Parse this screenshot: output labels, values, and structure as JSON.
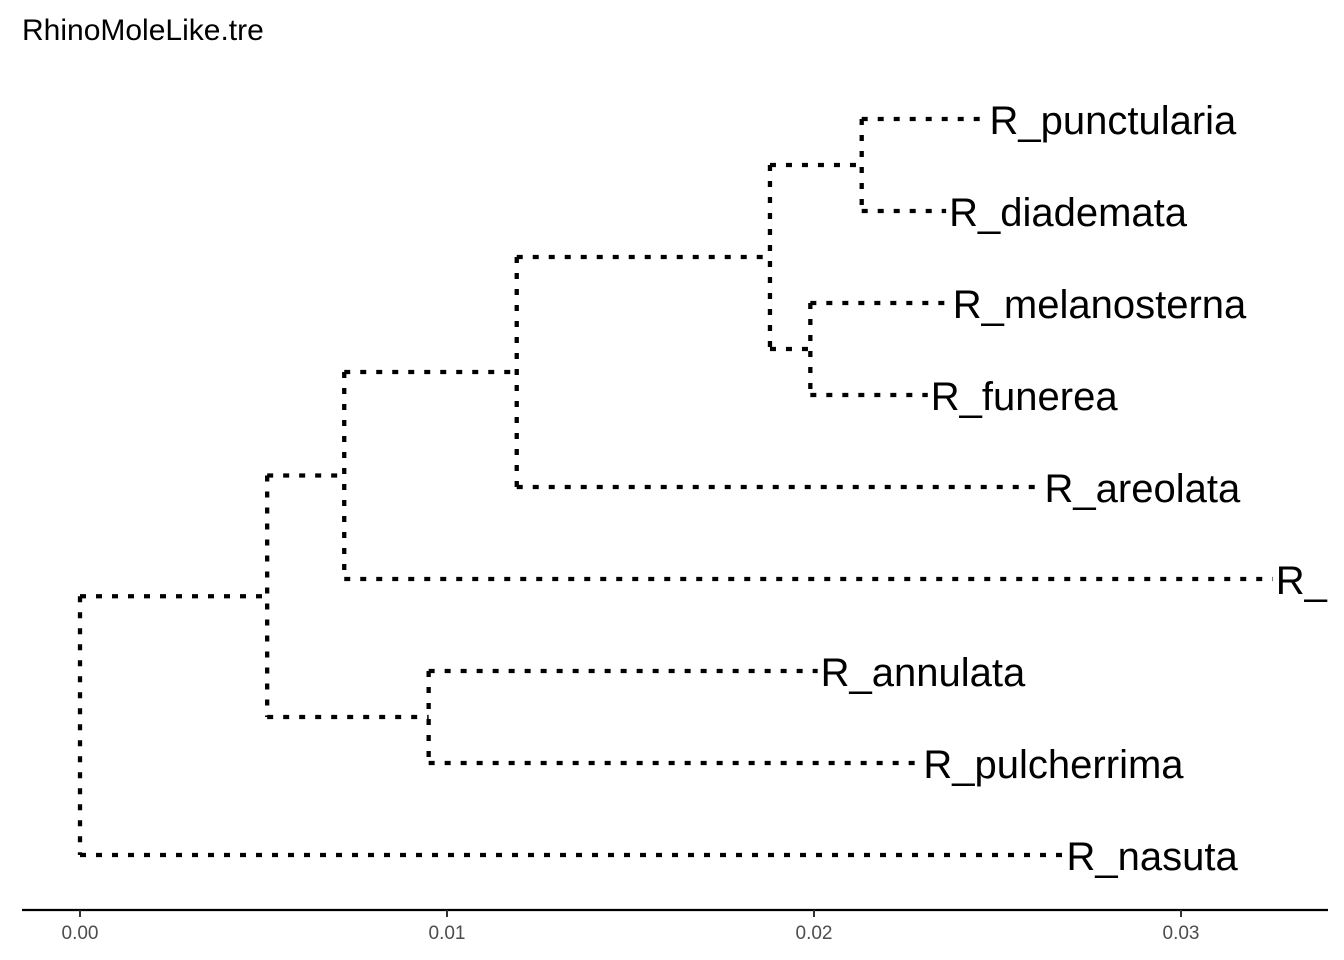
{
  "title": "RhinoMoleLike.tre",
  "tree": {
    "tips": [
      {
        "id": "t1",
        "label": "R_punctularia",
        "x": 0.0247,
        "row": 1
      },
      {
        "id": "t2",
        "label": "R_diademata",
        "x": 0.0236,
        "row": 2
      },
      {
        "id": "t3",
        "label": "R_melanosterna",
        "x": 0.0237,
        "row": 3
      },
      {
        "id": "t4",
        "label": "R_funerea",
        "x": 0.0231,
        "row": 4
      },
      {
        "id": "t5",
        "label": "R_areolata",
        "x": 0.0262,
        "row": 5
      },
      {
        "id": "t6",
        "label": "R_",
        "x": 0.0325,
        "row": 6
      },
      {
        "id": "t7",
        "label": "R_annulata",
        "x": 0.0201,
        "row": 7
      },
      {
        "id": "t8",
        "label": "R_pulcherrima",
        "x": 0.0229,
        "row": 8
      },
      {
        "id": "t9",
        "label": "R_nasuta",
        "x": 0.0268,
        "row": 9
      }
    ],
    "nodes": [
      {
        "id": "n1",
        "x": 0.0,
        "children": [
          "n2",
          "t9"
        ]
      },
      {
        "id": "n2",
        "x": 0.0051,
        "children": [
          "n3",
          "n7"
        ]
      },
      {
        "id": "n3",
        "x": 0.0072,
        "children": [
          "n4",
          "t6"
        ]
      },
      {
        "id": "n4",
        "x": 0.0119,
        "children": [
          "n5",
          "t5"
        ]
      },
      {
        "id": "n5",
        "x": 0.0188,
        "children": [
          "n6",
          "n8"
        ]
      },
      {
        "id": "n6",
        "x": 0.0213,
        "children": [
          "t1",
          "t2"
        ]
      },
      {
        "id": "n8",
        "x": 0.0199,
        "children": [
          "t3",
          "t4"
        ]
      },
      {
        "id": "n7",
        "x": 0.0095,
        "children": [
          "t7",
          "t8"
        ]
      }
    ]
  },
  "axis": {
    "ticks": [
      {
        "value": 0.0,
        "label": "0.00"
      },
      {
        "value": 0.01,
        "label": "0.01"
      },
      {
        "value": 0.02,
        "label": "0.02"
      },
      {
        "value": 0.03,
        "label": "0.03"
      }
    ],
    "range": [
      -0.0016,
      0.034
    ]
  }
}
